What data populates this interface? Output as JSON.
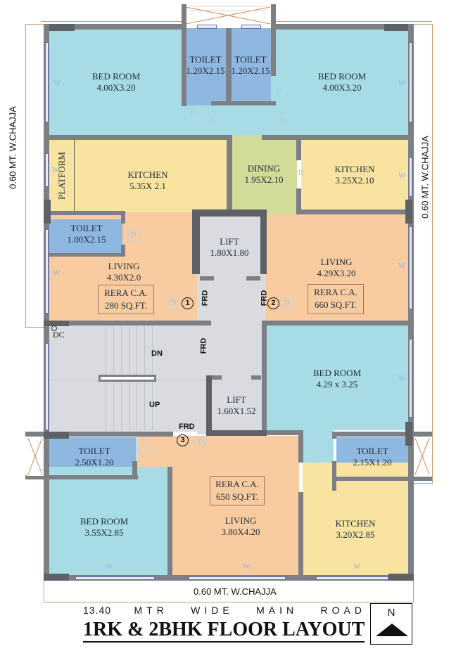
{
  "title": "1RK & 2BHK FLOOR LAYOUT",
  "road": "13.40 MTR WIDE MAIN ROAD",
  "road_parts": [
    "13.40",
    "MTR",
    "WIDE",
    "MAIN",
    "ROAD"
  ],
  "north": "N",
  "chajja": {
    "left": "0.60 MT. W.CHAJJA",
    "right": "0.60 MT. W.CHAJJA",
    "bottom": "0.60 MT. W.CHAJJA"
  },
  "colors": {
    "bedroom": "#a8dce4",
    "toilet": "#8fb8e0",
    "kitchen": "#f8e4a0",
    "dining": "#d3db98",
    "living": "#f8cca0",
    "corridor": "#d9dbe0",
    "wall": "#7c7f84"
  },
  "rooms": {
    "bed_tl": {
      "name": "BED ROOM",
      "size": "4.00X3.20"
    },
    "toilet_t1": {
      "name": "TOILET",
      "size": "1.20X2.15"
    },
    "toilet_t2": {
      "name": "TOILET",
      "size": "1.20X2.15"
    },
    "bed_tr": {
      "name": "BED ROOM",
      "size": "4.00X3.20"
    },
    "platform": {
      "name": "PLATFORM"
    },
    "kitchen_l": {
      "name": "KITCHEN",
      "size": "5.35X 2.1"
    },
    "dining": {
      "name": "DINING",
      "size": "1.95X2.10"
    },
    "kitchen_r": {
      "name": "KITCHEN",
      "size": "3.25X2.10"
    },
    "toilet_l": {
      "name": "TOILET",
      "size": "1.00X2.15"
    },
    "living_1": {
      "name": "LIVING",
      "size": "4.30X2.0",
      "rera_label": "RERA C.A.",
      "rera_area": "280 SQ.FT."
    },
    "lift_1": {
      "name": "LIFT",
      "size": "1.80X1.80"
    },
    "living_2": {
      "name": "LIVING",
      "size": "4.29X3.20",
      "rera_label": "RERA C.A.",
      "rera_area": "660 SQ.FT."
    },
    "stair": {
      "dn": "DN",
      "up": "UP",
      "dc": "DC"
    },
    "lift_2": {
      "name": "LIFT",
      "size": "1.60X1.52"
    },
    "bed_mr": {
      "name": "BED ROOM",
      "size": "4.29 x 3.25"
    },
    "toilet_bl": {
      "name": "TOILET",
      "size": "2.50X1.20"
    },
    "bed_bl": {
      "name": "BED ROOM",
      "size": "3.55X2.85"
    },
    "living_3": {
      "name": "LIVING",
      "size": "3.80X4.20",
      "rera_label": "RERA C.A.",
      "rera_area": "650 SQ.FT."
    },
    "toilet_br": {
      "name": "TOILET",
      "size": "2.15X1.20"
    },
    "kitchen_br": {
      "name": "KITCHEN",
      "size": "3.20X2.85"
    }
  },
  "markers": {
    "frd": "FRD",
    "unit1": "1",
    "unit2": "2",
    "unit3": "3",
    "door": "D",
    "window": "W"
  }
}
